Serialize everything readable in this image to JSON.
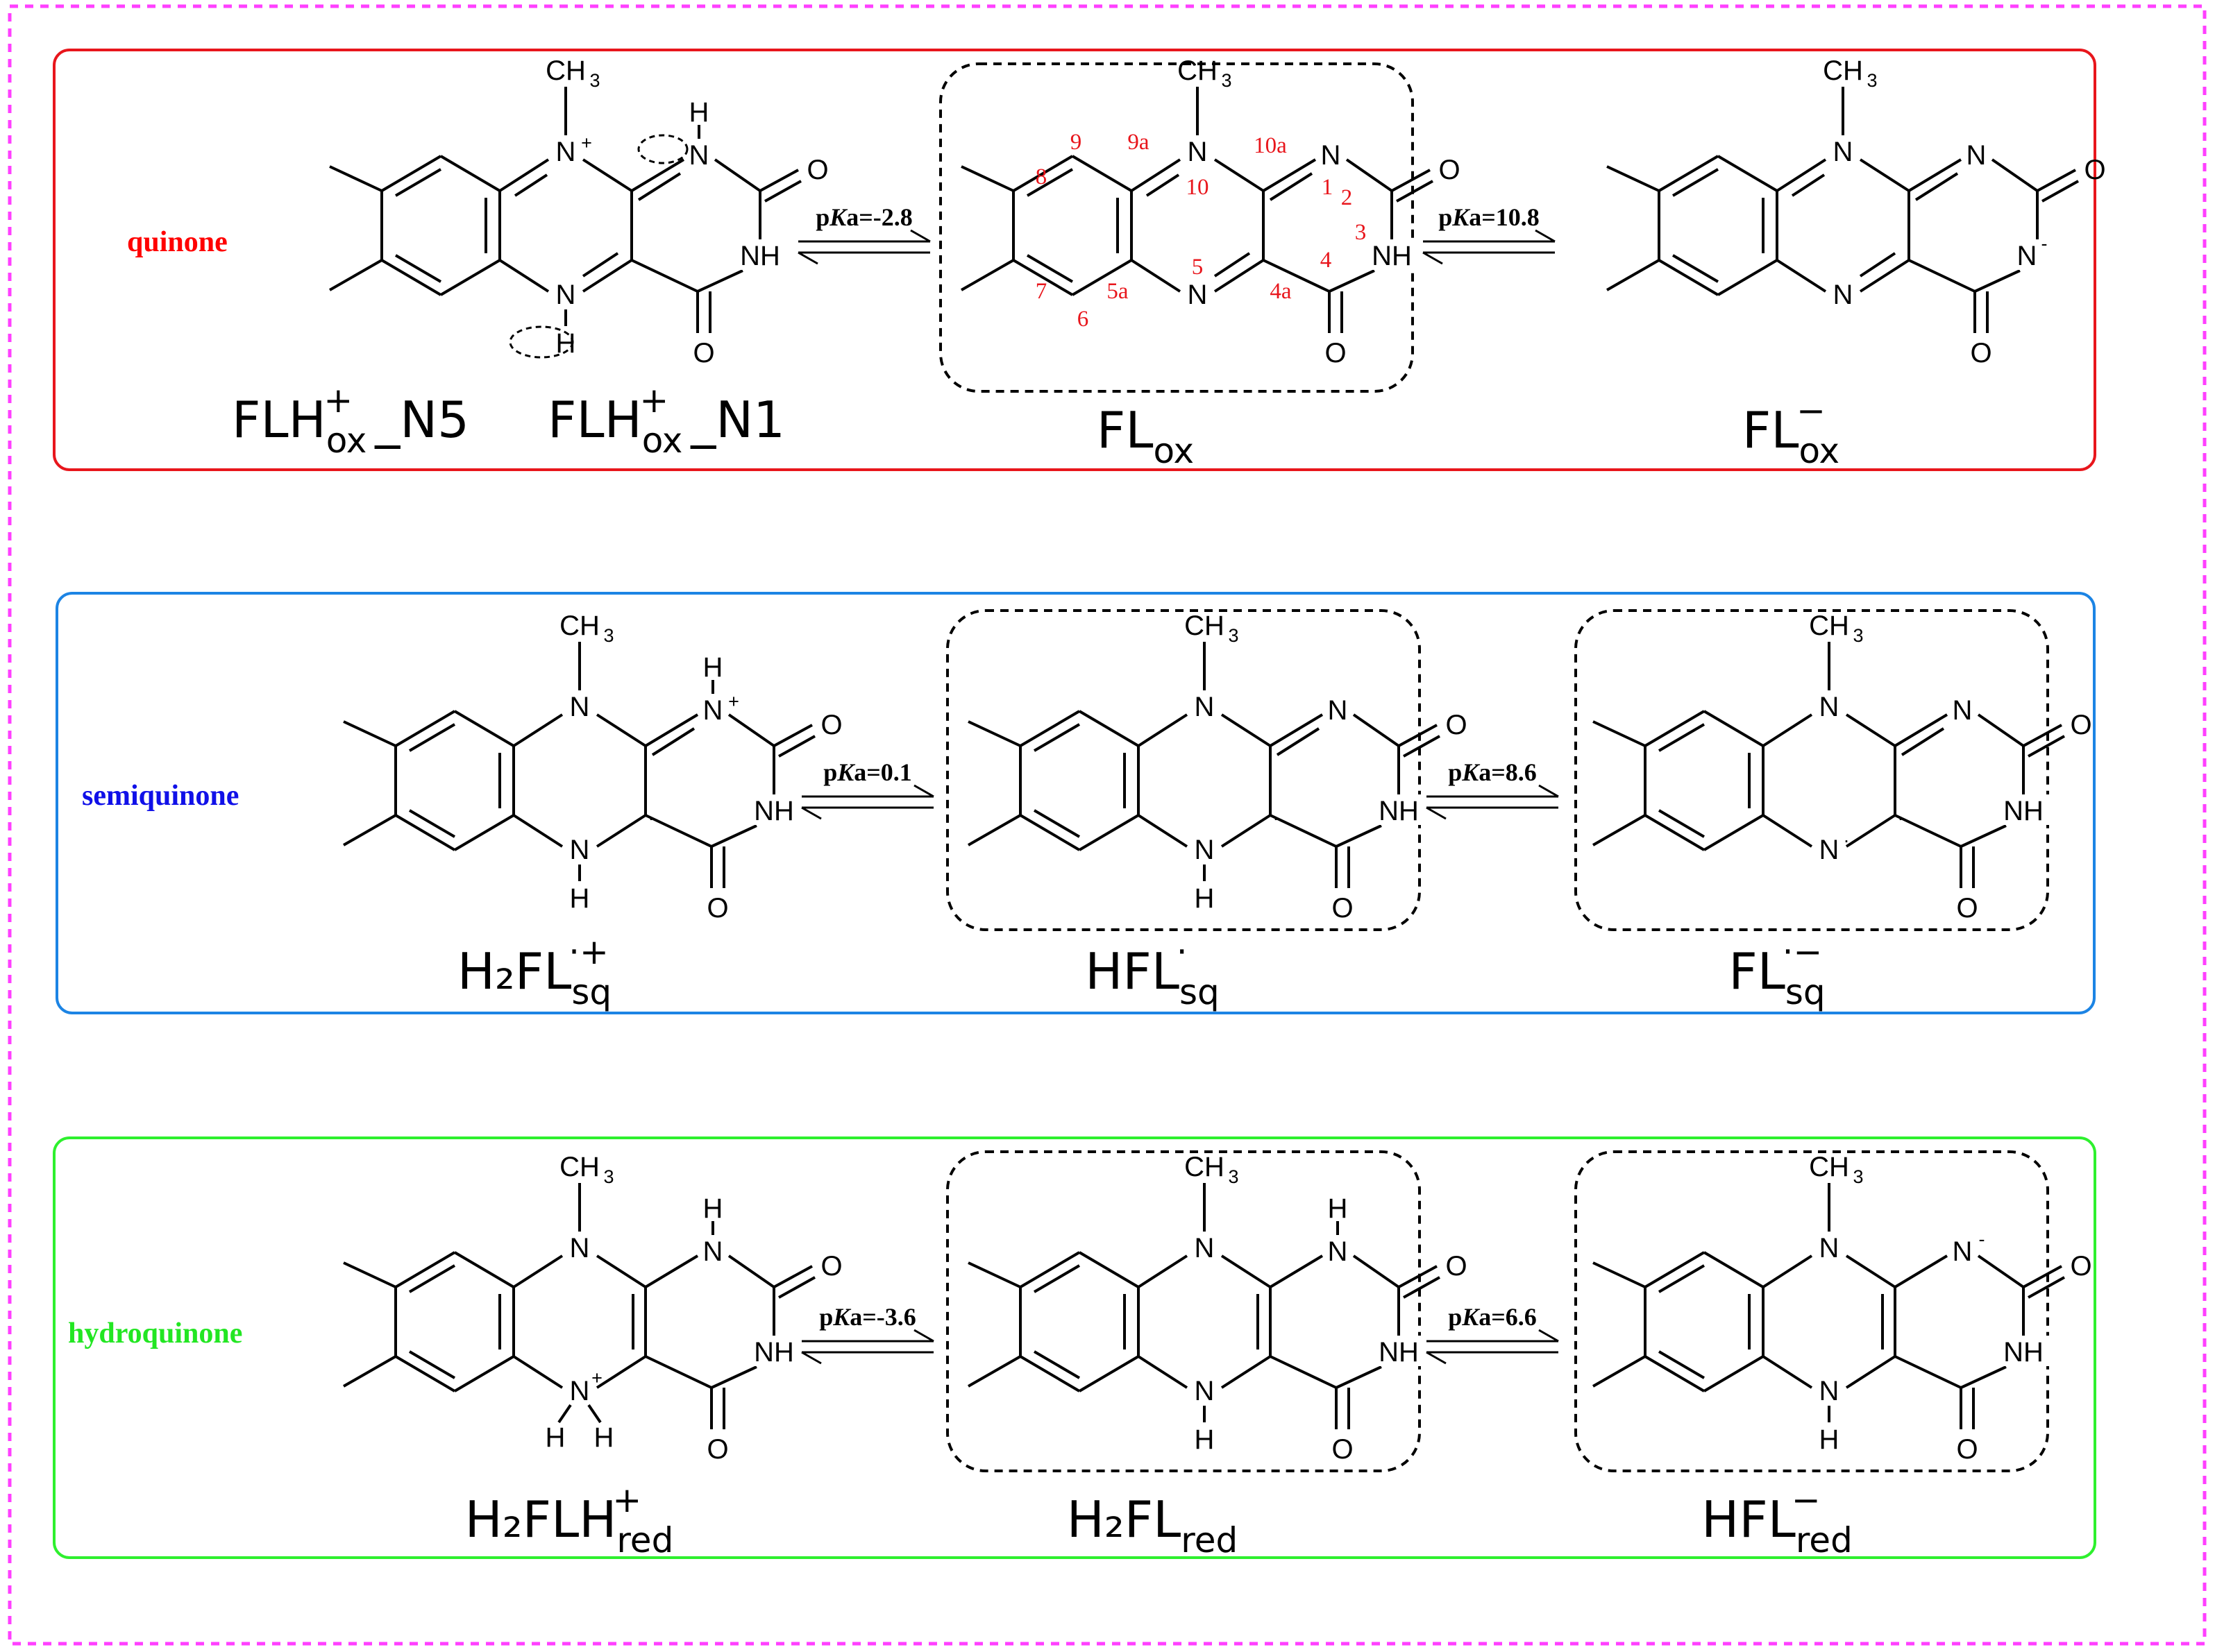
{
  "page": {
    "colors": {
      "outer_border": "#ff40ff",
      "quinone": "#e8161c",
      "semiquinone": "#1c84e4",
      "hydroquinone": "#2ef02e",
      "quinone_label": "#ff0000",
      "semiquinone_label": "#1010e8",
      "hydroquinone_label": "#22e622",
      "atom_numbering": "#e8161c",
      "fln5_name": "#ff0000"
    }
  },
  "panels": [
    {
      "class_label": "quinone",
      "species": [
        {
          "main": "FLH",
          "sub": "ox",
          "sup": "+",
          "tail": "_N5",
          "color": "#ff0000"
        },
        {
          "main": "FLH",
          "sub": "ox",
          "sup": "+",
          "tail": "_N1"
        },
        {
          "main": "FL",
          "sub": "ox",
          "sup": "",
          "tail": ""
        },
        {
          "main": "FL",
          "sub": "ox",
          "sup": "−",
          "tail": ""
        }
      ],
      "equilibria": [
        "pKa=-2.8",
        "pKa=10.8"
      ]
    },
    {
      "class_label": "semiquinone",
      "species": [
        {
          "main": "H₂FL",
          "sub": "sq",
          "sup": "·+",
          "tail": ""
        },
        {
          "main": "HFL",
          "sub": "sq",
          "sup": "·",
          "tail": ""
        },
        {
          "main": "FL",
          "sub": "sq",
          "sup": "·−",
          "tail": ""
        }
      ],
      "equilibria": [
        "pKa=0.1",
        "pKa=8.6"
      ]
    },
    {
      "class_label": "hydroquinone",
      "species": [
        {
          "main": "H₂FLH",
          "sub": "red",
          "sup": "+",
          "tail": ""
        },
        {
          "main": "H₂FL",
          "sub": "red",
          "sup": "",
          "tail": ""
        },
        {
          "main": "HFL",
          "sub": "red",
          "sup": "−",
          "tail": ""
        }
      ],
      "equilibria": [
        "pKa=-3.6",
        "pKa=6.6"
      ]
    }
  ],
  "structure_text": {
    "methyl": "CH",
    "methyl_sub": "3",
    "n": "N",
    "nh": "NH",
    "o": "O",
    "h": "H",
    "plus": "+",
    "minus": "-",
    "radical": "·",
    "numbering": [
      "9",
      "9a",
      "10a",
      "8",
      "1",
      "10",
      "2",
      "5",
      "3",
      "4",
      "7",
      "5a",
      "4a",
      "6"
    ]
  }
}
